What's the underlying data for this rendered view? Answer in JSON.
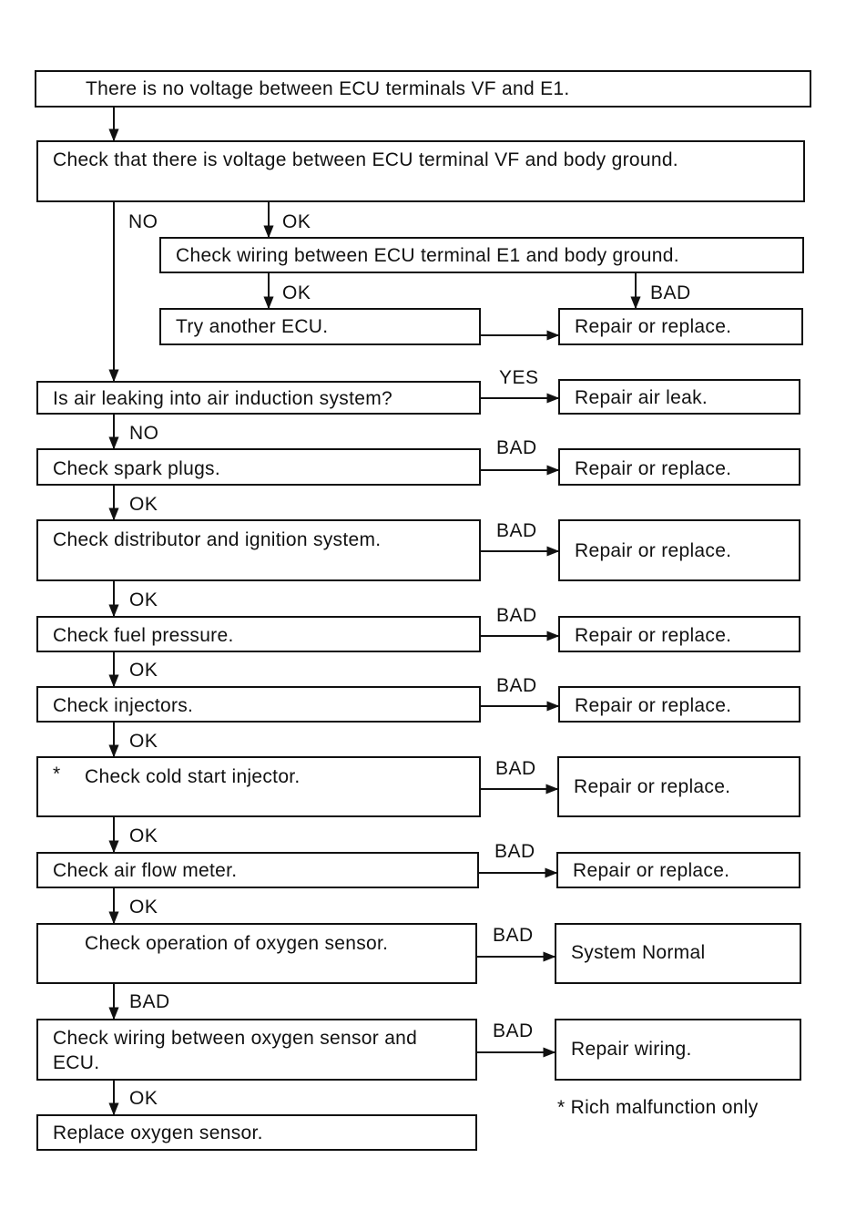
{
  "flowchart": {
    "start": "There is no voltage between ECU terminals VF and E1.",
    "check_vf": "Check that there is voltage between ECU terminal VF and body ground.",
    "check_e1": "Check wiring between ECU terminal E1 and body ground.",
    "try_ecu": "Try another ECU.",
    "repair_replace_1": "Repair or replace.",
    "air_leak": "Is air leaking into air induction system?",
    "repair_air_leak": "Repair air leak.",
    "spark_plugs": "Check spark plugs.",
    "repair_replace_2": "Repair or replace.",
    "distributor": "Check distributor and ignition system.",
    "repair_replace_3": "Repair or replace.",
    "fuel_pressure": "Check fuel pressure.",
    "repair_replace_4": "Repair or replace.",
    "injectors": "Check injectors.",
    "repair_replace_5": "Repair or replace.",
    "cold_start_mark": "*",
    "cold_start": "Check cold start injector.",
    "repair_replace_6": "Repair or replace.",
    "air_flow": "Check air flow meter.",
    "repair_replace_7": "Repair or replace.",
    "oxygen_op": "Check operation of oxygen sensor.",
    "system_normal": "System Normal",
    "oxygen_wiring": "Check wiring between oxygen sensor and ECU.",
    "repair_wiring": "Repair wiring.",
    "replace_oxygen": "Replace oxygen sensor.",
    "footnote": "* Rich malfunction only"
  },
  "labels": {
    "no": "NO",
    "ok": "OK",
    "bad": "BAD",
    "yes": "YES"
  }
}
